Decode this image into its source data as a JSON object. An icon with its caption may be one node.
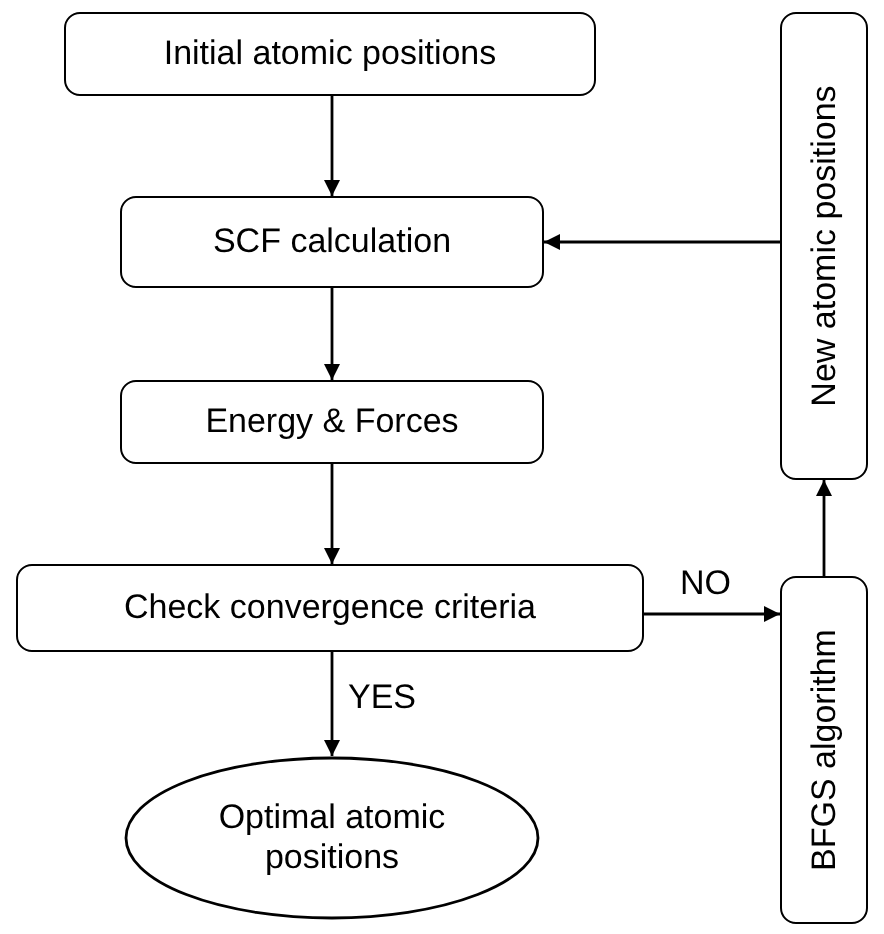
{
  "diagram": {
    "nodes": [
      {
        "text": [
          "Initial atomic positions"
        ]
      },
      {
        "text": [
          "SCF calculation"
        ]
      },
      {
        "text": [
          "Energy & Forces"
        ]
      },
      {
        "text": [
          "Check convergence criteria"
        ]
      },
      {
        "text": [
          "Optimal atomic positions"
        ]
      },
      {
        "text": [
          "BFGS algorithm"
        ]
      },
      {
        "text": [
          "New atomic positions"
        ]
      }
    ],
    "edges": [
      {
        "from": 0,
        "to": 1,
        "arrow": "to"
      },
      {
        "from": 1,
        "to": 2,
        "arrow": "to"
      },
      {
        "from": 2,
        "to": 3,
        "arrow": "to"
      },
      {
        "from": 3,
        "to": 4,
        "arrow": "to",
        "label": "YES"
      },
      {
        "from": 3,
        "to": 5,
        "arrow": "to",
        "label": "NO"
      },
      {
        "from": 5,
        "to": 6,
        "arrow": "to"
      },
      {
        "from": 6,
        "to": 1,
        "arrow": "to"
      }
    ]
  }
}
